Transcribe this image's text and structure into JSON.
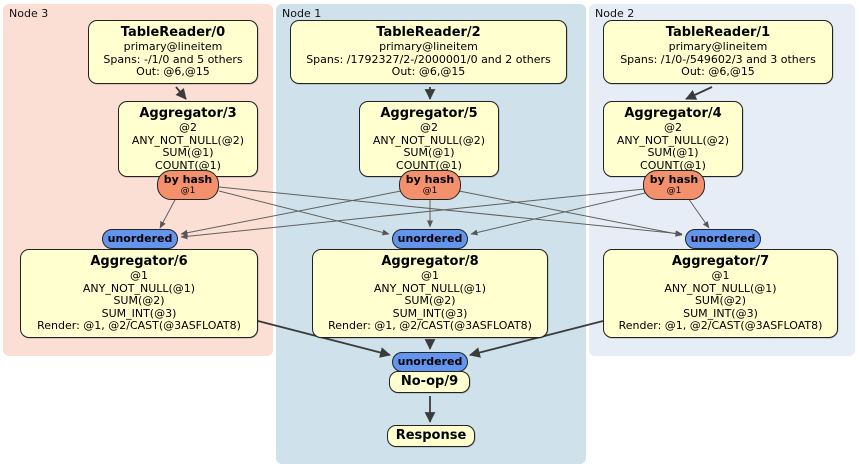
{
  "regions": [
    {
      "label": "Node 3",
      "color": "#fbdfd4"
    },
    {
      "label": "Node 1",
      "color": "#cfe1ea"
    },
    {
      "label": "Node 2",
      "color": "#e6edf6"
    }
  ],
  "router": {
    "label": "by hash",
    "detail": "@1"
  },
  "sync": {
    "label": "unordered"
  },
  "processors": {
    "tablereader0": {
      "title": "TableReader/0",
      "index": "primary@lineitem",
      "spans": "Spans: -/1/0 and 5 others",
      "out": "Out: @6,@15"
    },
    "tablereader2": {
      "title": "TableReader/2",
      "index": "primary@lineitem",
      "spans": "Spans: /1792327/2-/2000001/0 and 2 others",
      "out": "Out: @6,@15"
    },
    "tablereader1": {
      "title": "TableReader/1",
      "index": "primary@lineitem",
      "spans": "Spans: /1/0-/549602/3 and 3 others",
      "out": "Out: @6,@15"
    },
    "aggregator3": {
      "title": "Aggregator/3",
      "group": "@2",
      "f1": "ANY_NOT_NULL(@2)",
      "f2": "SUM(@1)",
      "f3": "COUNT(@1)"
    },
    "aggregator5": {
      "title": "Aggregator/5",
      "group": "@2",
      "f1": "ANY_NOT_NULL(@2)",
      "f2": "SUM(@1)",
      "f3": "COUNT(@1)"
    },
    "aggregator4": {
      "title": "Aggregator/4",
      "group": "@2",
      "f1": "ANY_NOT_NULL(@2)",
      "f2": "SUM(@1)",
      "f3": "COUNT(@1)"
    },
    "aggregator6": {
      "title": "Aggregator/6",
      "group": "@1",
      "f1": "ANY_NOT_NULL(@1)",
      "f2": "SUM(@2)",
      "f3": "SUM_INT(@3)",
      "render": "Render: @1, @2/CAST(@3ASFLOAT8)"
    },
    "aggregator8": {
      "title": "Aggregator/8",
      "group": "@1",
      "f1": "ANY_NOT_NULL(@1)",
      "f2": "SUM(@2)",
      "f3": "SUM_INT(@3)",
      "render": "Render: @1, @2/CAST(@3ASFLOAT8)"
    },
    "aggregator7": {
      "title": "Aggregator/7",
      "group": "@1",
      "f1": "ANY_NOT_NULL(@1)",
      "f2": "SUM(@2)",
      "f3": "SUM_INT(@3)",
      "render": "Render: @1, @2/CAST(@3ASFLOAT8)"
    },
    "noop9": {
      "title": "No-op/9"
    },
    "response": {
      "title": "Response"
    }
  },
  "edges": [
    {
      "from": "TableReader/0",
      "to": "Aggregator/3"
    },
    {
      "from": "TableReader/2",
      "to": "Aggregator/5"
    },
    {
      "from": "TableReader/1",
      "to": "Aggregator/4"
    },
    {
      "from": "by hash (Node 3)",
      "to": "unordered (Node 3)"
    },
    {
      "from": "by hash (Node 3)",
      "to": "unordered (Node 1)"
    },
    {
      "from": "by hash (Node 3)",
      "to": "unordered (Node 2)"
    },
    {
      "from": "by hash (Node 1)",
      "to": "unordered (Node 3)"
    },
    {
      "from": "by hash (Node 1)",
      "to": "unordered (Node 1)"
    },
    {
      "from": "by hash (Node 1)",
      "to": "unordered (Node 2)"
    },
    {
      "from": "by hash (Node 2)",
      "to": "unordered (Node 3)"
    },
    {
      "from": "by hash (Node 2)",
      "to": "unordered (Node 1)"
    },
    {
      "from": "by hash (Node 2)",
      "to": "unordered (Node 2)"
    },
    {
      "from": "Aggregator/6",
      "to": "unordered (final)"
    },
    {
      "from": "Aggregator/8",
      "to": "unordered (final)"
    },
    {
      "from": "Aggregator/7",
      "to": "unordered (final)"
    },
    {
      "from": "No-op/9",
      "to": "Response"
    }
  ],
  "colors": {
    "box_fill": "#ffffd0",
    "router_fill": "#f2916c",
    "sync_fill": "#6495ed",
    "thin_edge": "#606060",
    "thick_edge": "#3b3b3b"
  }
}
